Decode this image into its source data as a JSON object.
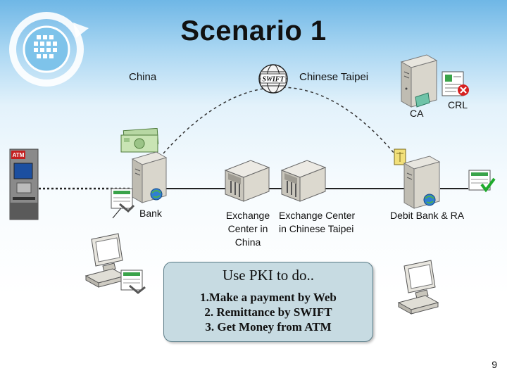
{
  "slide": {
    "title": "Scenario 1",
    "page_number": "9"
  },
  "regions": {
    "china": "China",
    "chinese_taipei": "Chinese Taipei"
  },
  "swift_logo_text": "SWIFT",
  "nodes": {
    "ca": "CA",
    "crl": "CRL",
    "bank": "Bank",
    "exchange_center_china": [
      "Exchange",
      "Center in",
      "China"
    ],
    "exchange_center_taipei": [
      "Exchange Center",
      "in Chinese Taipei"
    ],
    "debit_bank_ra": "Debit Bank & RA"
  },
  "callout": {
    "heading": "Use PKI to do..",
    "items": [
      "1.Make a payment by Web",
      "2. Remittance by SWIFT",
      "3. Get Money from ATM"
    ]
  },
  "atm_label": "ATM"
}
